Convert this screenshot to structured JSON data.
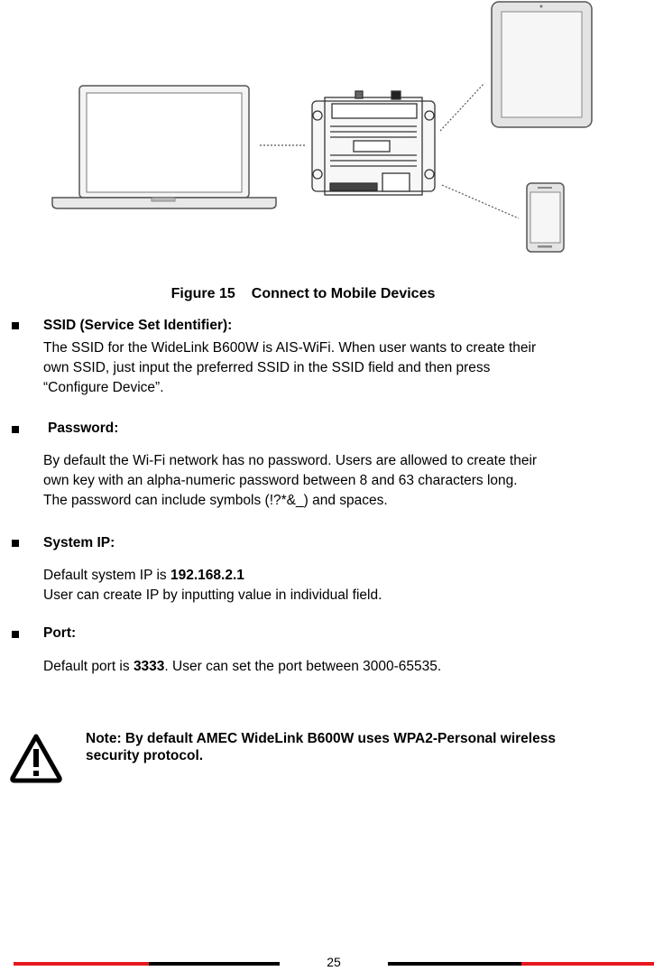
{
  "figure": {
    "caption_number": "Figure 15",
    "caption_title": "Connect to Mobile Devices",
    "icons": [
      "laptop-icon",
      "device-unit-icon",
      "tablet-icon",
      "phone-icon"
    ]
  },
  "sections": {
    "ssid": {
      "heading": "SSID (Service Set Identifier):",
      "line1": "The SSID for the WideLink B600W is AIS-WiFi. When user wants to create their",
      "line2": "own SSID, just input the preferred SSID in the SSID field and then press",
      "line3": "“Configure Device”."
    },
    "password": {
      "heading": "Password:",
      "line1": "By default the Wi-Fi network has no password. Users are allowed to create their",
      "line2": "own key with an alpha-numeric password between 8 and 63 characters long.",
      "line3": "The password can include symbols (!?*&_) and spaces."
    },
    "system_ip": {
      "heading": "System IP:",
      "line1_prefix": "Default system IP is ",
      "line1_value": "192.168.2.1",
      "line2": "User can create IP by inputting value in individual field."
    },
    "port": {
      "heading": "Port:",
      "line1_prefix": "Default port is ",
      "line1_value": "3333",
      "line1_suffix": ". User can set the port between 3000-65535."
    }
  },
  "note": {
    "line1": "Note: By default AMEC WideLink B600W uses WPA2-Personal wireless",
    "line2": "security protocol.",
    "icon": "warning-icon"
  },
  "footer": {
    "page_number": "25",
    "colors": {
      "red": "#e8171f",
      "black": "#000000"
    }
  }
}
